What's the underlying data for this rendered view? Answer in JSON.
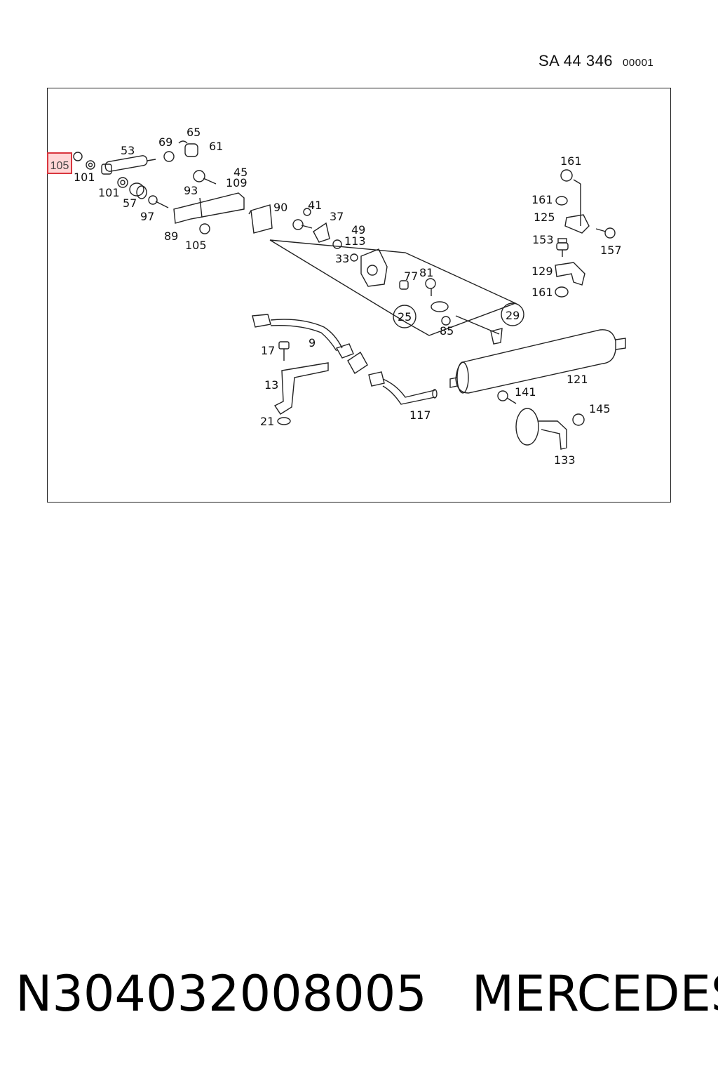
{
  "header": {
    "sheet_code": "SA 44 346",
    "sheet_number": "00001"
  },
  "highlight": {
    "label": "105"
  },
  "callouts": [
    {
      "id": "c53",
      "text": "53"
    },
    {
      "id": "c69",
      "text": "69"
    },
    {
      "id": "c65",
      "text": "65"
    },
    {
      "id": "c61",
      "text": "61"
    },
    {
      "id": "c101a",
      "text": "101"
    },
    {
      "id": "c101b",
      "text": "101"
    },
    {
      "id": "c57",
      "text": "57"
    },
    {
      "id": "c93",
      "text": "93"
    },
    {
      "id": "c45",
      "text": "45"
    },
    {
      "id": "c109",
      "text": "109"
    },
    {
      "id": "c97",
      "text": "97"
    },
    {
      "id": "c89",
      "text": "89"
    },
    {
      "id": "c105b",
      "text": "105"
    },
    {
      "id": "c90",
      "text": "90"
    },
    {
      "id": "c41",
      "text": "41"
    },
    {
      "id": "c37",
      "text": "37"
    },
    {
      "id": "c49",
      "text": "49"
    },
    {
      "id": "c113",
      "text": "113"
    },
    {
      "id": "c33",
      "text": "33"
    },
    {
      "id": "c77",
      "text": "77"
    },
    {
      "id": "c81",
      "text": "81"
    },
    {
      "id": "c25",
      "text": "25"
    },
    {
      "id": "c29",
      "text": "29"
    },
    {
      "id": "c85",
      "text": "85"
    },
    {
      "id": "c17",
      "text": "17"
    },
    {
      "id": "c9",
      "text": "9"
    },
    {
      "id": "c13",
      "text": "13"
    },
    {
      "id": "c21",
      "text": "21"
    },
    {
      "id": "c117",
      "text": "117"
    },
    {
      "id": "c121",
      "text": "121"
    },
    {
      "id": "c141",
      "text": "141"
    },
    {
      "id": "c145",
      "text": "145"
    },
    {
      "id": "c133",
      "text": "133"
    },
    {
      "id": "c161a",
      "text": "161"
    },
    {
      "id": "c161b",
      "text": "161"
    },
    {
      "id": "c125",
      "text": "125"
    },
    {
      "id": "c153",
      "text": "153"
    },
    {
      "id": "c157",
      "text": "157"
    },
    {
      "id": "c129",
      "text": "129"
    },
    {
      "id": "c161c",
      "text": "161"
    }
  ],
  "footer": {
    "part_number": "N304032008005",
    "brand": "MERCEDES"
  }
}
